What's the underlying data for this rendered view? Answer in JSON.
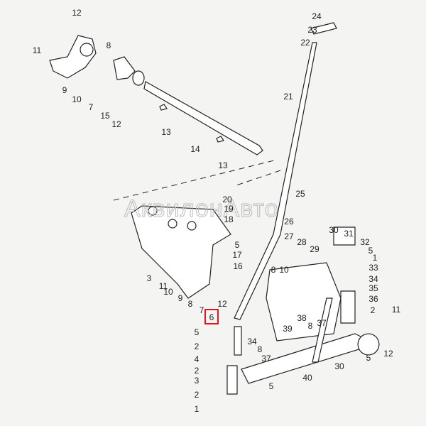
{
  "diagram": {
    "watermark": "АквилонАвто",
    "highlighted_callout": "6",
    "highlight_color": "#e0161e",
    "callouts": [
      "12",
      "11",
      "8",
      "9",
      "10",
      "7",
      "15",
      "12",
      "13",
      "14",
      "13",
      "24",
      "23",
      "22",
      "21",
      "20",
      "19",
      "25",
      "18",
      "26",
      "5",
      "17",
      "27",
      "28",
      "16",
      "29",
      "3",
      "11",
      "10",
      "9",
      "8",
      "7",
      "12",
      "6",
      "5",
      "2",
      "4",
      "2",
      "3",
      "2",
      "1",
      "8",
      "10",
      "38",
      "8",
      "39",
      "34",
      "8",
      "37",
      "5",
      "40",
      "30",
      "31",
      "32",
      "5",
      "1",
      "33",
      "34",
      "35",
      "36",
      "2",
      "11",
      "37",
      "30",
      "5",
      "12"
    ]
  }
}
